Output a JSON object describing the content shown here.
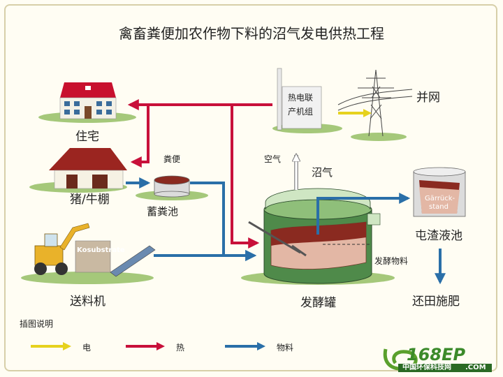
{
  "title": "禽畜粪便加农作物下料的沼气发电供热工程",
  "labels": {
    "house": "住宅",
    "barn": "猪/牛棚",
    "manure": "粪便",
    "tank": "蓄粪池",
    "loader": "送料机",
    "kosubstrate": "Kosubstrate",
    "chp_line1": "热电联",
    "chp_line2": "产机组",
    "grid": "并网",
    "air": "空气",
    "biogas": "沼气",
    "digester": "发酵罐",
    "ferment": "发酵物料",
    "residue": "屯渣液池",
    "garr1": "Gärrück-",
    "garr2": "stand",
    "fertilize": "还田施肥"
  },
  "legend": {
    "title": "插图说明",
    "electric": "电",
    "heat": "热",
    "material": "物料"
  },
  "colors": {
    "electric": "#e6d21e",
    "heat": "#c8103a",
    "material": "#2a6fa8",
    "air": "#999999",
    "grass": "#a5c87a"
  },
  "logo": {
    "main": "168EP",
    "sub": "中国环保科技网",
    "com": ".COM"
  }
}
